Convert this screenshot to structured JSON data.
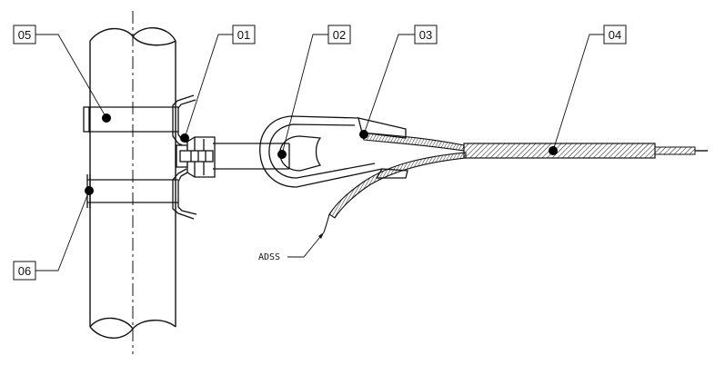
{
  "callouts": {
    "c01": "01",
    "c02": "02",
    "c03": "03",
    "c04": "04",
    "c05": "05",
    "c06": "06"
  },
  "cable_label": "ADSS",
  "colors": {
    "stroke": "#111111",
    "background": "#ffffff",
    "dot": "#000000"
  }
}
